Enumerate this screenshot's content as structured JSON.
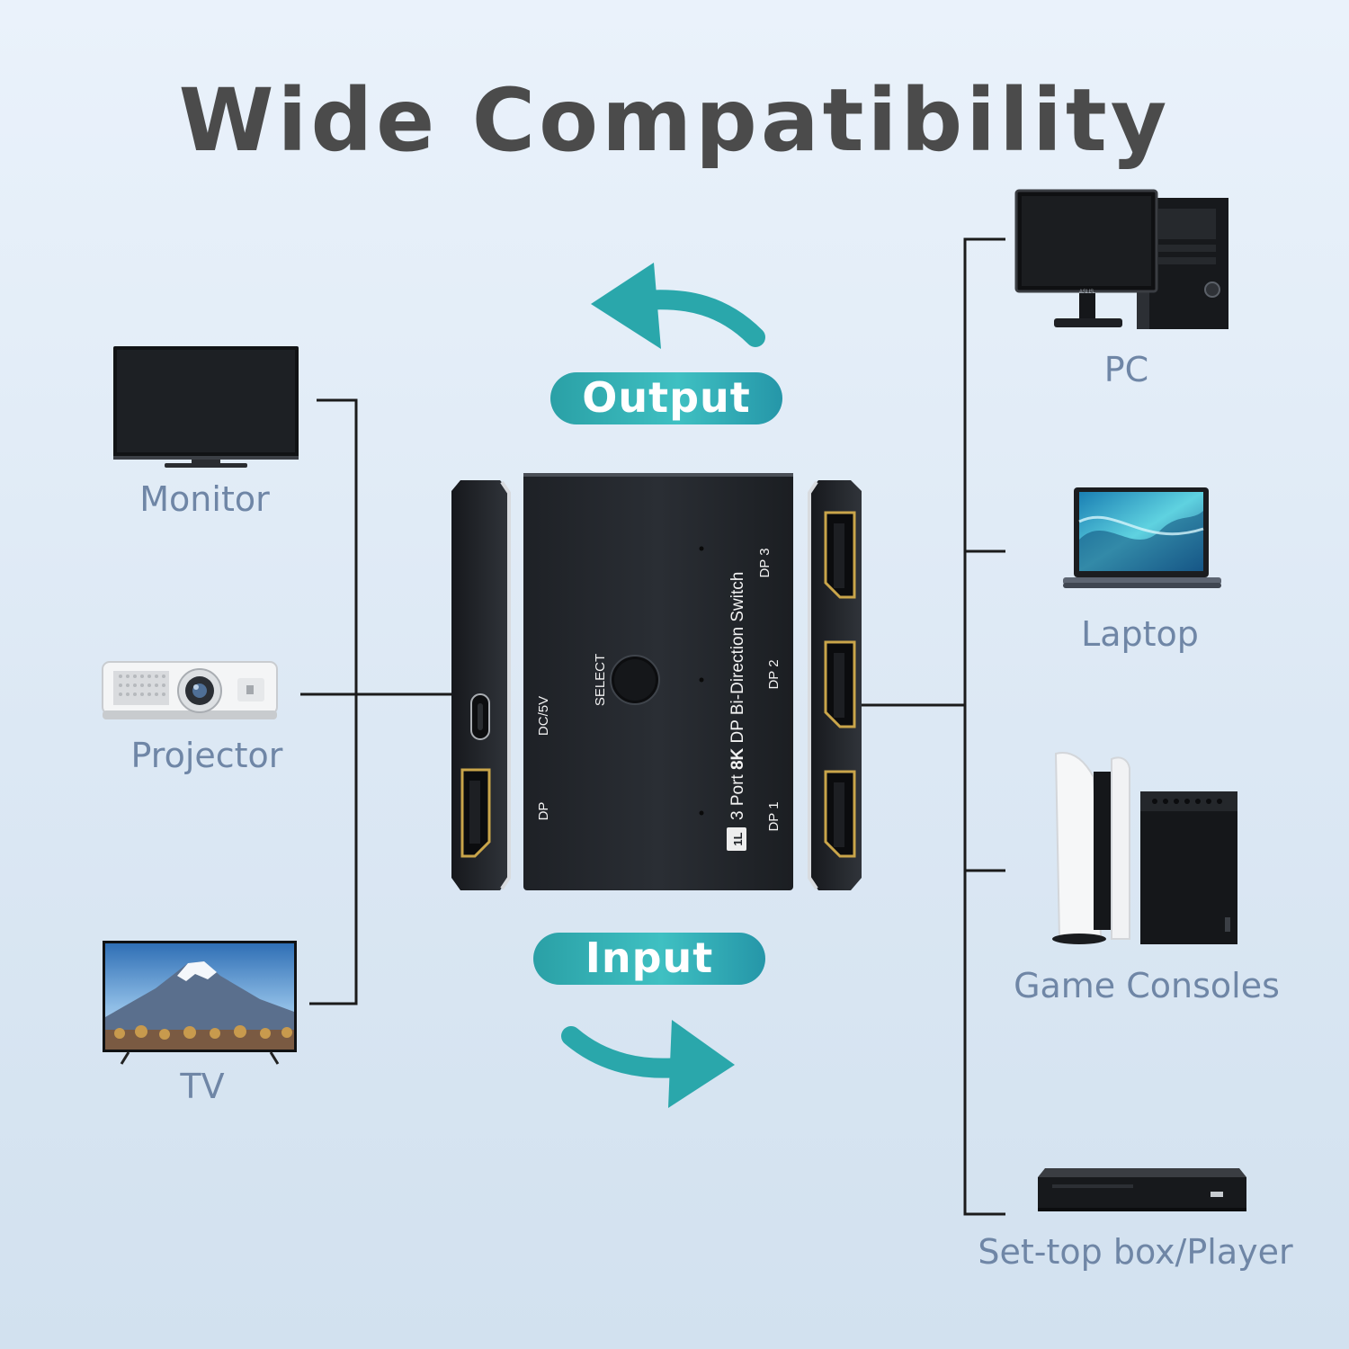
{
  "title": "Wide Compatibility",
  "colors": {
    "title": "#4b4b4b",
    "label": "#6f86a6",
    "accent": "#2aa7ab",
    "line": "#1b1b1b",
    "device": "#2b2e33"
  },
  "output_label": "Output",
  "input_label": "Input",
  "outputs": [
    {
      "label": "Monitor",
      "icon": "monitor-icon"
    },
    {
      "label": "Projector",
      "icon": "projector-icon"
    },
    {
      "label": "TV",
      "icon": "tv-icon"
    }
  ],
  "inputs": [
    {
      "label": "PC",
      "icon": "desktop-pc-icon"
    },
    {
      "label": "Laptop",
      "icon": "laptop-icon"
    },
    {
      "label": "Game Consoles",
      "icon": "game-console-icon"
    },
    {
      "label": "Set-top box/Player",
      "icon": "set-top-box-icon"
    }
  ],
  "device": {
    "name_prefix": "3 Port ",
    "name_bold": "8K",
    "name_suffix": " DP Bi-Direction Switch",
    "logo": "1L",
    "ports": {
      "dp": "DP",
      "dc": "DC/5V",
      "select": "SELECT",
      "dp1": "DP 1",
      "dp2": "DP 2",
      "dp3": "DP 3"
    }
  },
  "pc_brand": "ASUS"
}
